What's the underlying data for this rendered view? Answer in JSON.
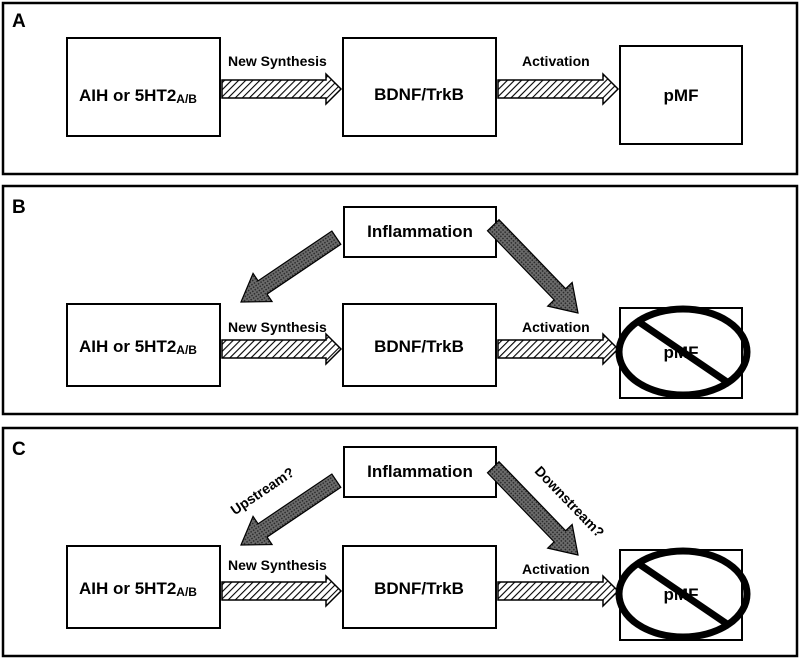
{
  "panels": [
    {
      "letter": "A",
      "box1": {
        "main": "AIH or 5HT2",
        "sub": "A/B"
      },
      "box2": "BDNF/TrkB",
      "box3": "pMF",
      "arrow1_label": "New Synthesis",
      "arrow2_label": "Activation"
    },
    {
      "letter": "B",
      "top_box": "Inflammation",
      "box1": {
        "main": "AIH or 5HT2",
        "sub": "A/B"
      },
      "box2": "BDNF/TrkB",
      "box3": "pMF",
      "arrow1_label": "New Synthesis",
      "arrow2_label": "Activation"
    },
    {
      "letter": "C",
      "top_box": "Inflammation",
      "box1": {
        "main": "AIH or 5HT2",
        "sub": "A/B"
      },
      "box2": "BDNF/TrkB",
      "box3": "pMF",
      "arrow1_label": "New Synthesis",
      "arrow2_label": "Activation",
      "diag_left_label": "Upstream?",
      "diag_right_label": "Downstream?"
    }
  ],
  "colors": {
    "outline": "#000000",
    "diagonal_arrow_fill": "#555555",
    "hatch_arrow_fill": "#ffffff"
  }
}
